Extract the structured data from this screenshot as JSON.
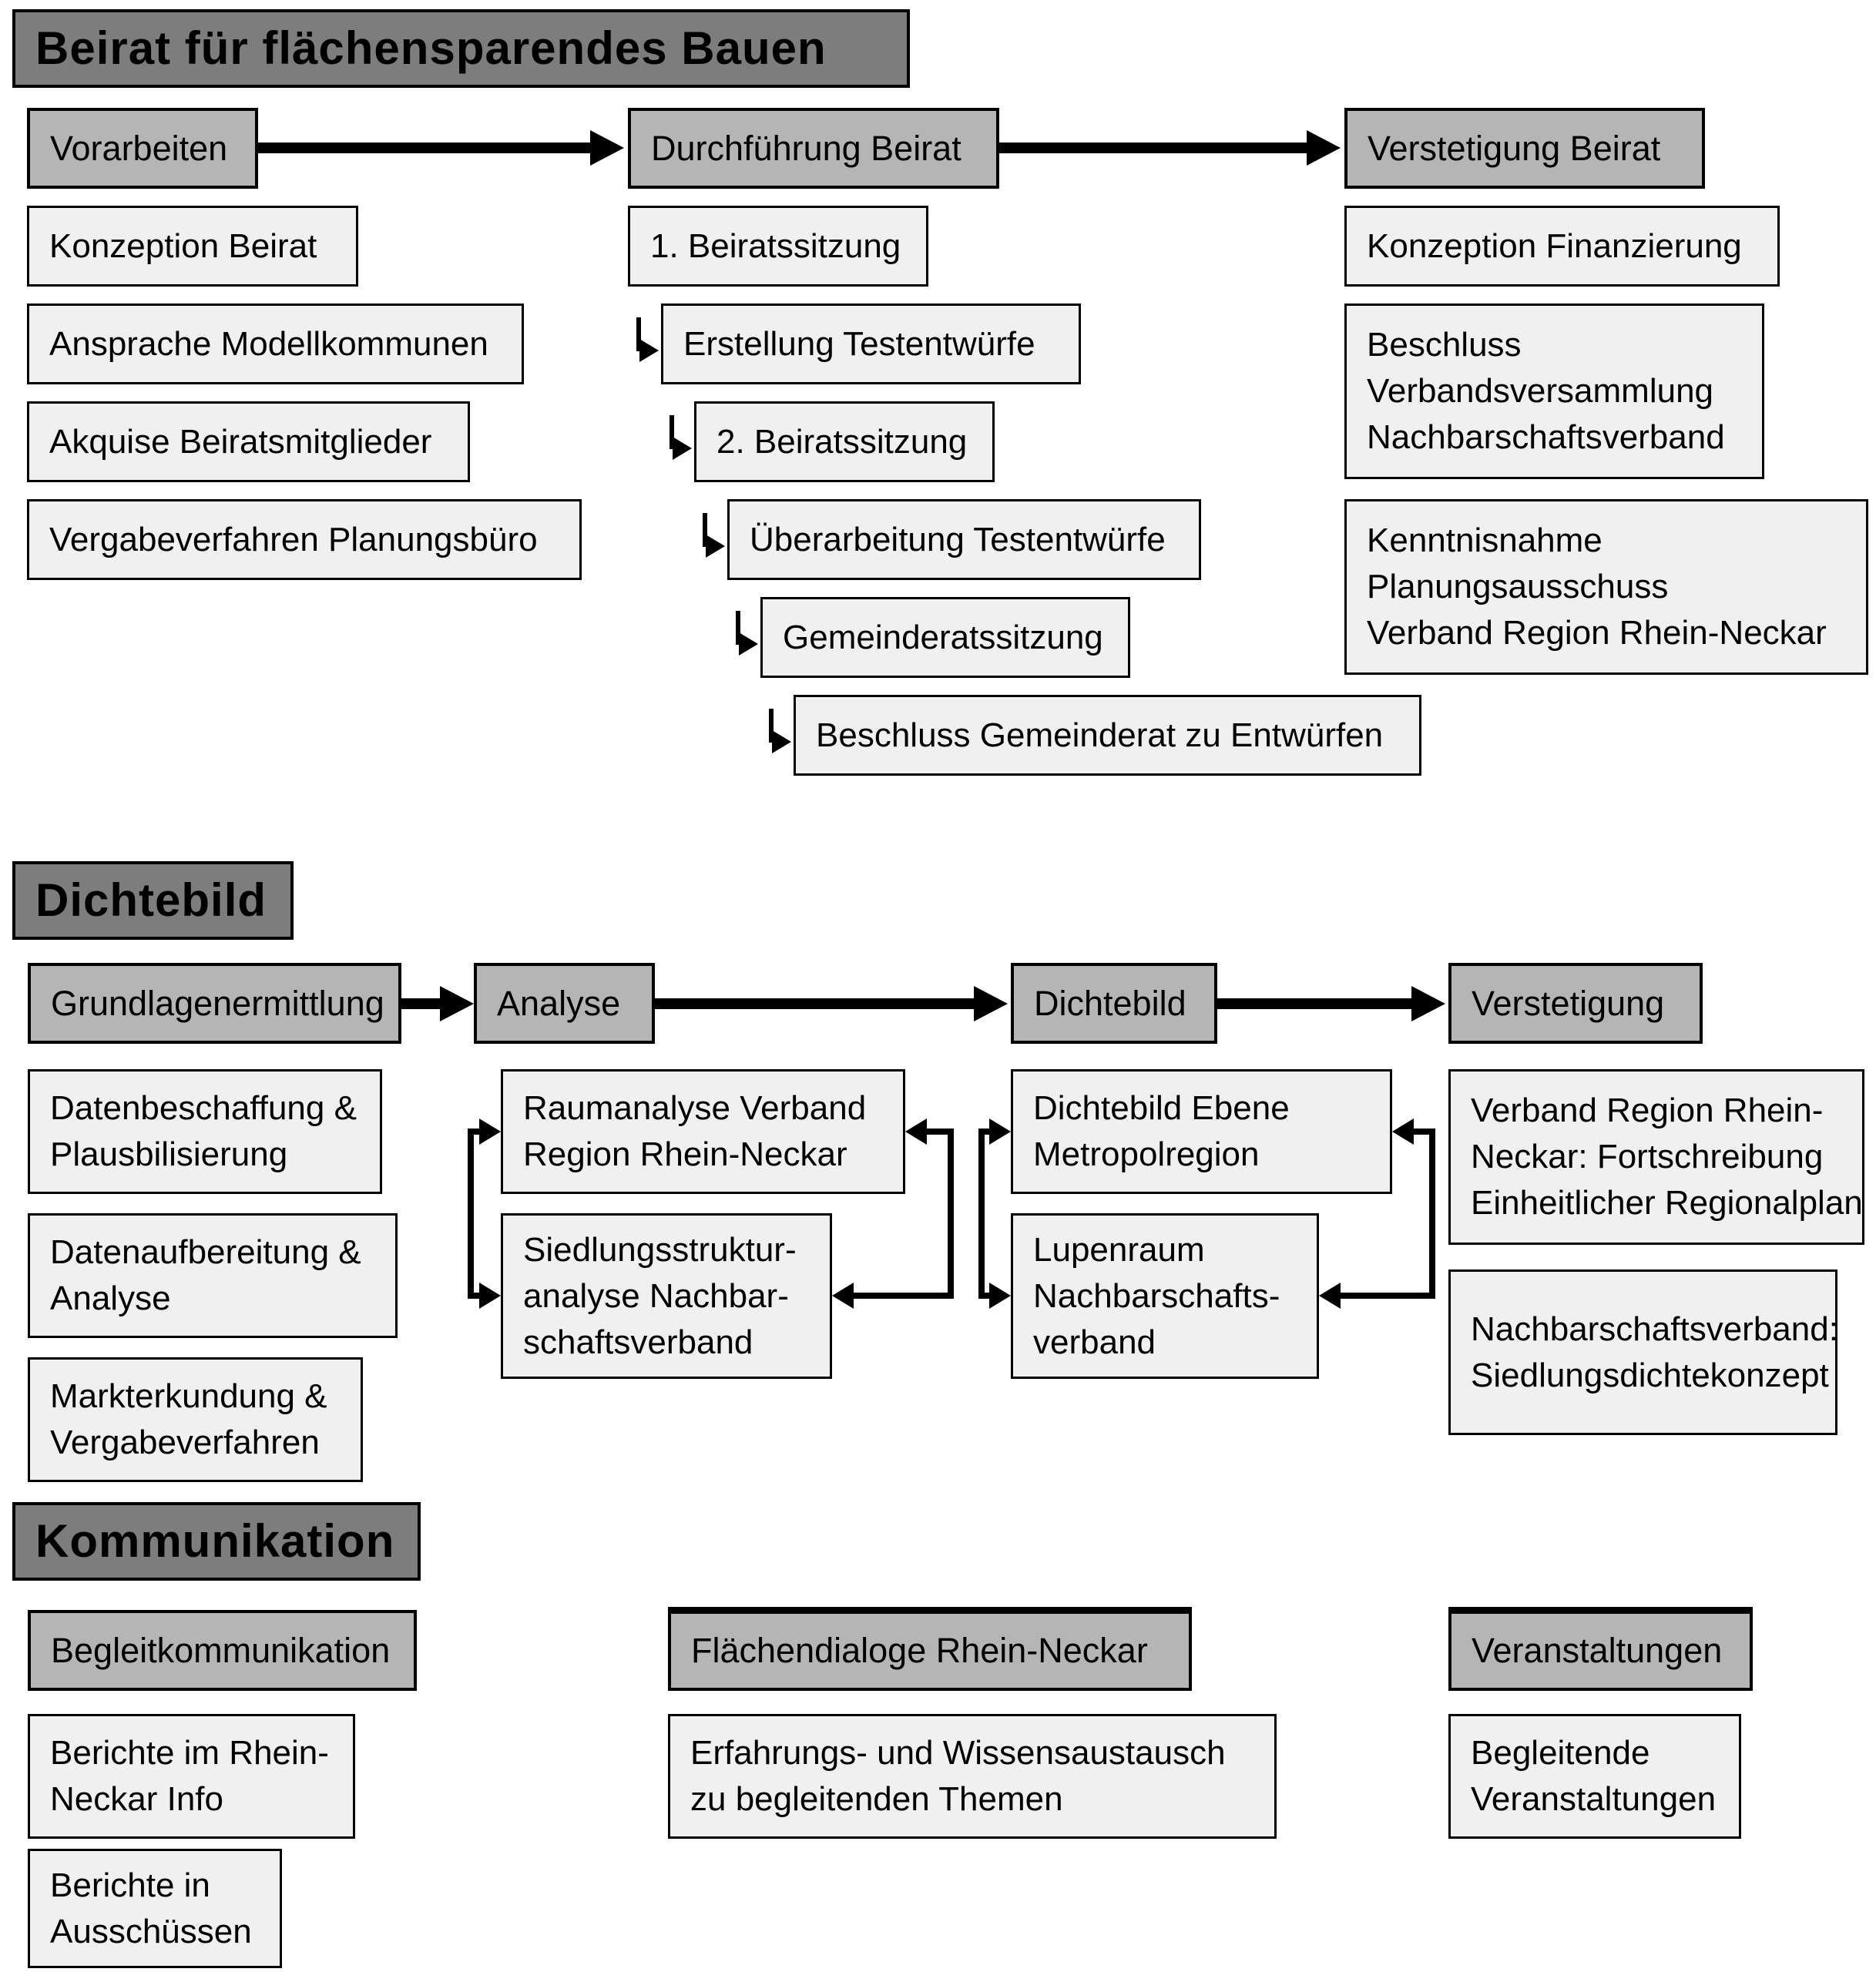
{
  "colors": {
    "title_bg": "#7d7d7d",
    "phase_bg": "#b5b5b5",
    "item_bg": "#f0f0f0",
    "line": "#000000",
    "page_bg": "#ffffff"
  },
  "beirat": {
    "title": "Beirat für flächensparendes Bauen",
    "phases": [
      "Vorarbeiten",
      "Durchführung Beirat",
      "Verstetigung Beirat"
    ],
    "col1": [
      "Konzeption Beirat",
      "Ansprache Modellkommunen",
      "Akquise Beiratsmitglieder",
      "Vergabeverfahren Planungsbüro"
    ],
    "col2": [
      "1. Beiratssitzung",
      "Erstellung Testentwürfe",
      "2. Beiratssitzung",
      "Überarbeitung Testentwürfe",
      "Gemeinderatssitzung",
      "Beschluss Gemeinderat zu Entwürfen"
    ],
    "col3": [
      "Konzeption Finanzierung",
      "Beschluss\nVerbandsversammlung\nNachbarschaftsverband",
      "Kenntnisnahme\nPlanungsausschuss\nVerband Region Rhein-Neckar"
    ]
  },
  "dichtebild": {
    "title": "Dichtebild",
    "phases": [
      "Grundlagenermittlung",
      "Analyse",
      "Dichtebild",
      "Verstetigung"
    ],
    "col1": [
      "Datenbeschaffung &\nPlausbilisierung",
      "Datenaufbereitung &\nAnalyse",
      "Markterkundung &\nVergabeverfahren"
    ],
    "col2": [
      "Raumanalyse Verband\nRegion Rhein-Neckar",
      "Siedlungsstruktur-\nanalyse Nachbar-\nschaftsverband"
    ],
    "col3": [
      "Dichtebild Ebene\nMetropolregion",
      "Lupenraum\nNachbarschafts-\nverband"
    ],
    "col4": [
      "Verband Region Rhein-\nNeckar: Fortschreibung\nEinheitlicher Regionalplan",
      "Nachbarschaftsverband:\nSiedlungsdichtekonzept"
    ]
  },
  "kommunikation": {
    "title": "Kommunikation",
    "phases": [
      "Begleitkommunikation",
      "Flächendialoge Rhein-Neckar",
      "Veranstaltungen"
    ],
    "col1": [
      "Berichte im Rhein-\nNeckar Info",
      "Berichte in\nAusschüssen"
    ],
    "col2": [
      "Erfahrungs- und Wissensaustausch\nzu begleitenden Themen"
    ],
    "col3": [
      "Begleitende\nVeranstaltungen"
    ]
  }
}
